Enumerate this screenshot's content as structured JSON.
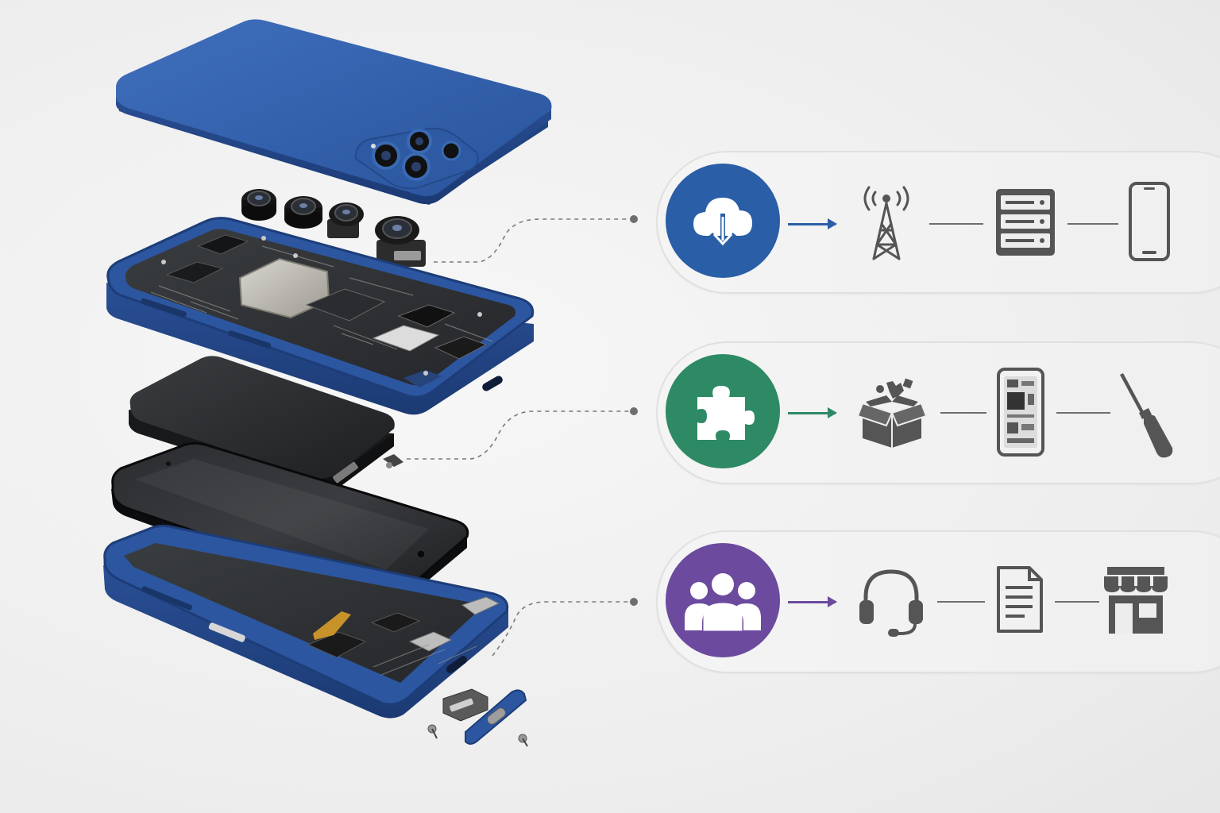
{
  "colors": {
    "background": "#eeeeee",
    "phone_blue": "#2f5ea8",
    "phone_blue_dark": "#1f3f7d",
    "row1_accent": "#2a5ea6",
    "row2_accent": "#2e8a64",
    "row3_accent": "#6c4a9e",
    "icon_gray": "#555555",
    "connector_gray": "#777777"
  },
  "rows": [
    {
      "accent": "#2a5ea6",
      "main_icon": "cloud-download-icon",
      "steps": [
        "cell-tower-icon",
        "server-rack-icon",
        "smartphone-icon"
      ]
    },
    {
      "accent": "#2e8a64",
      "main_icon": "puzzle-piece-icon",
      "steps": [
        "parts-box-icon",
        "phone-internals-icon",
        "screwdriver-icon"
      ]
    },
    {
      "accent": "#6c4a9e",
      "main_icon": "user-group-icon",
      "steps": [
        "headset-icon",
        "document-icon",
        "storefront-icon"
      ]
    }
  ],
  "diagram_components": [
    "back-cover",
    "camera-modules",
    "logic-board-frame",
    "battery",
    "display-panel",
    "lower-frame",
    "usb-c-port"
  ]
}
